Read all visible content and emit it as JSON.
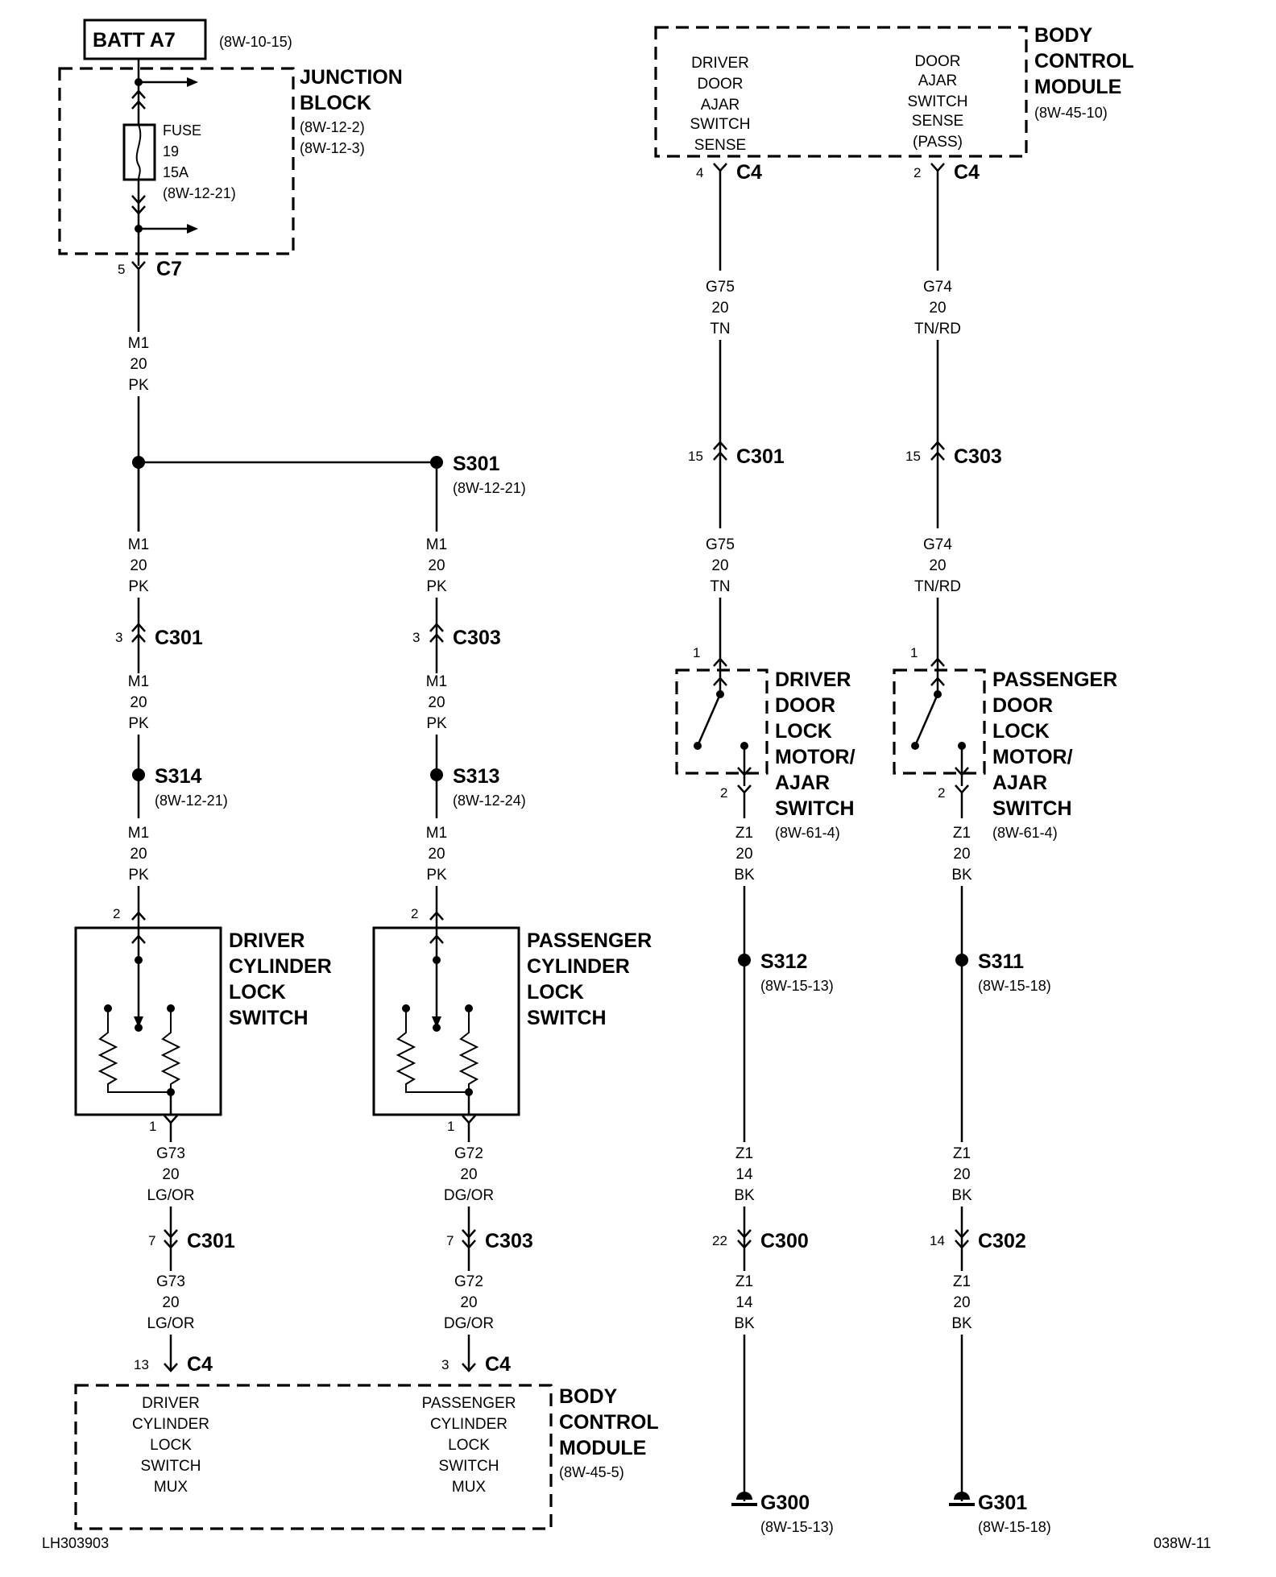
{
  "battery": {
    "label": "BATT A7",
    "ref": "(8W-10-15)"
  },
  "junction_block": {
    "title": [
      "JUNCTION",
      "BLOCK"
    ],
    "refs": [
      "(8W-12-2)",
      "(8W-12-3)"
    ],
    "fuse": [
      "FUSE",
      "19",
      "15A",
      "(8W-12-21)"
    ],
    "connector": {
      "pin": "5",
      "name": "C7"
    }
  },
  "wires": {
    "m1_top": [
      "M1",
      "20",
      "PK"
    ],
    "m1_left_1": [
      "M1",
      "20",
      "PK"
    ],
    "m1_left_2": [
      "M1",
      "20",
      "PK"
    ],
    "m1_left_3": [
      "M1",
      "20",
      "PK"
    ],
    "m1_right_1": [
      "M1",
      "20",
      "PK"
    ],
    "m1_right_2": [
      "M1",
      "20",
      "PK"
    ],
    "m1_right_3": [
      "M1",
      "20",
      "PK"
    ],
    "g73_a": [
      "G73",
      "20",
      "LG/OR"
    ],
    "g73_b": [
      "G73",
      "20",
      "LG/OR"
    ],
    "g72_a": [
      "G72",
      "20",
      "DG/OR"
    ],
    "g72_b": [
      "G72",
      "20",
      "DG/OR"
    ],
    "g75_a": [
      "G75",
      "20",
      "TN"
    ],
    "g75_b": [
      "G75",
      "20",
      "TN"
    ],
    "g74_a": [
      "G74",
      "20",
      "TN/RD"
    ],
    "g74_b": [
      "G74",
      "20",
      "TN/RD"
    ],
    "z1_l1": [
      "Z1",
      "20",
      "BK"
    ],
    "z1_l2": [
      "Z1",
      "14",
      "BK"
    ],
    "z1_l3": [
      "Z1",
      "14",
      "BK"
    ],
    "z1_r1": [
      "Z1",
      "20",
      "BK"
    ],
    "z1_r2": [
      "Z1",
      "20",
      "BK"
    ],
    "z1_r3": [
      "Z1",
      "20",
      "BK"
    ]
  },
  "splices": {
    "s301": {
      "name": "S301",
      "ref": "(8W-12-21)"
    },
    "s314": {
      "name": "S314",
      "ref": "(8W-12-21)"
    },
    "s313": {
      "name": "S313",
      "ref": "(8W-12-24)"
    },
    "s312": {
      "name": "S312",
      "ref": "(8W-15-13)"
    },
    "s311": {
      "name": "S311",
      "ref": "(8W-15-18)"
    }
  },
  "connectors": {
    "c301_left": {
      "pin": "3",
      "name": "C301"
    },
    "c303_left": {
      "pin": "3",
      "name": "C303"
    },
    "c301_g73": {
      "pin": "7",
      "name": "C301"
    },
    "c303_g72": {
      "pin": "7",
      "name": "C303"
    },
    "c4_13": {
      "pin": "13",
      "name": "C4"
    },
    "c4_3": {
      "pin": "3",
      "name": "C4"
    },
    "c4_4": {
      "pin": "4",
      "name": "C4"
    },
    "c4_2": {
      "pin": "2",
      "name": "C4"
    },
    "c301_g75": {
      "pin": "15",
      "name": "C301"
    },
    "c303_g74": {
      "pin": "15",
      "name": "C303"
    },
    "c300": {
      "pin": "22",
      "name": "C300"
    },
    "c302": {
      "pin": "14",
      "name": "C302"
    }
  },
  "cyl_switches": {
    "driver": {
      "title": [
        "DRIVER",
        "CYLINDER",
        "LOCK",
        "SWITCH"
      ],
      "pin_top": "2",
      "pin_bottom": "1"
    },
    "passenger": {
      "title": [
        "PASSENGER",
        "CYLINDER",
        "LOCK",
        "SWITCH"
      ],
      "pin_top": "2",
      "pin_bottom": "1"
    }
  },
  "ajar_switches": {
    "driver": {
      "title": [
        "DRIVER",
        "DOOR",
        "LOCK",
        "MOTOR/",
        "AJAR",
        "SWITCH"
      ],
      "ref": "(8W-61-4)",
      "pin_top": "1",
      "pin_bottom": "2"
    },
    "passenger": {
      "title": [
        "PASSENGER",
        "DOOR",
        "LOCK",
        "MOTOR/",
        "AJAR",
        "SWITCH"
      ],
      "ref": "(8W-61-4)",
      "pin_top": "1",
      "pin_bottom": "2"
    }
  },
  "bcm_top": {
    "title": [
      "BODY",
      "CONTROL",
      "MODULE"
    ],
    "ref": "(8W-45-10)",
    "inputs": {
      "left": [
        "DRIVER",
        "DOOR",
        "AJAR",
        "SWITCH",
        "SENSE"
      ],
      "right": [
        "DOOR",
        "AJAR",
        "SWITCH",
        "SENSE",
        "(PASS)"
      ]
    }
  },
  "bcm_bottom": {
    "title": [
      "BODY",
      "CONTROL",
      "MODULE"
    ],
    "ref": "(8W-45-5)",
    "inputs": {
      "left": [
        "DRIVER",
        "CYLINDER",
        "LOCK",
        "SWITCH",
        "MUX"
      ],
      "right": [
        "PASSENGER",
        "CYLINDER",
        "LOCK",
        "SWITCH",
        "MUX"
      ]
    }
  },
  "grounds": {
    "g300": {
      "name": "G300",
      "ref": "(8W-15-13)"
    },
    "g301": {
      "name": "G301",
      "ref": "(8W-15-18)"
    }
  },
  "footer": {
    "left_code": "LH303903",
    "right_code": "038W-11"
  }
}
